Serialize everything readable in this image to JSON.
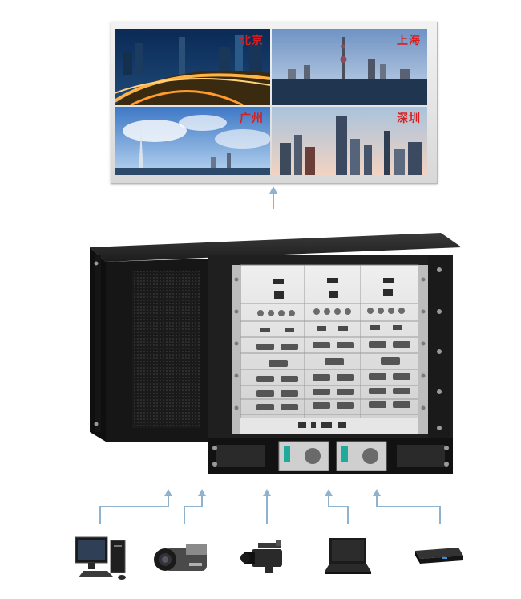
{
  "video_wall": {
    "panels": [
      {
        "label": "北京"
      },
      {
        "label": "上海"
      },
      {
        "label": "广州"
      },
      {
        "label": "深圳"
      }
    ]
  },
  "colors": {
    "arrow": "#8fb2cf",
    "label": "#d81e1e",
    "chassis": "#1c1c1c",
    "card_face": "#dcdcdc"
  },
  "devices": [
    {
      "icon": "desktop-computer-icon"
    },
    {
      "icon": "camcorder-icon"
    },
    {
      "icon": "professional-video-camera-icon"
    },
    {
      "icon": "laptop-icon"
    },
    {
      "icon": "media-player-box-icon"
    }
  ]
}
